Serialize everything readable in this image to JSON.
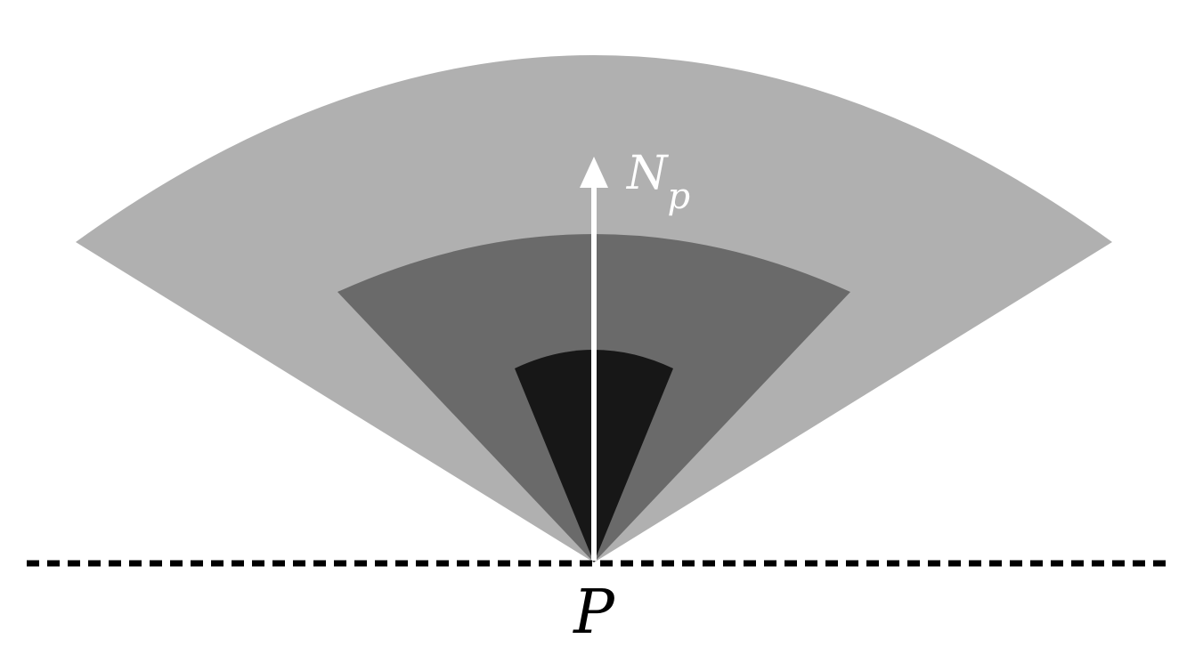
{
  "labels": {
    "normal_main": "N",
    "normal_sub": "p",
    "point": "P"
  },
  "colors": {
    "background": "#ffffff",
    "outer_sector": "#b0b0b0",
    "middle_sector": "#6a6a6a",
    "inner_sector": "#171717",
    "arrow": "#ffffff",
    "surface_line": "#000000",
    "point_label": "#000000",
    "normal_label": "#ffffff"
  }
}
